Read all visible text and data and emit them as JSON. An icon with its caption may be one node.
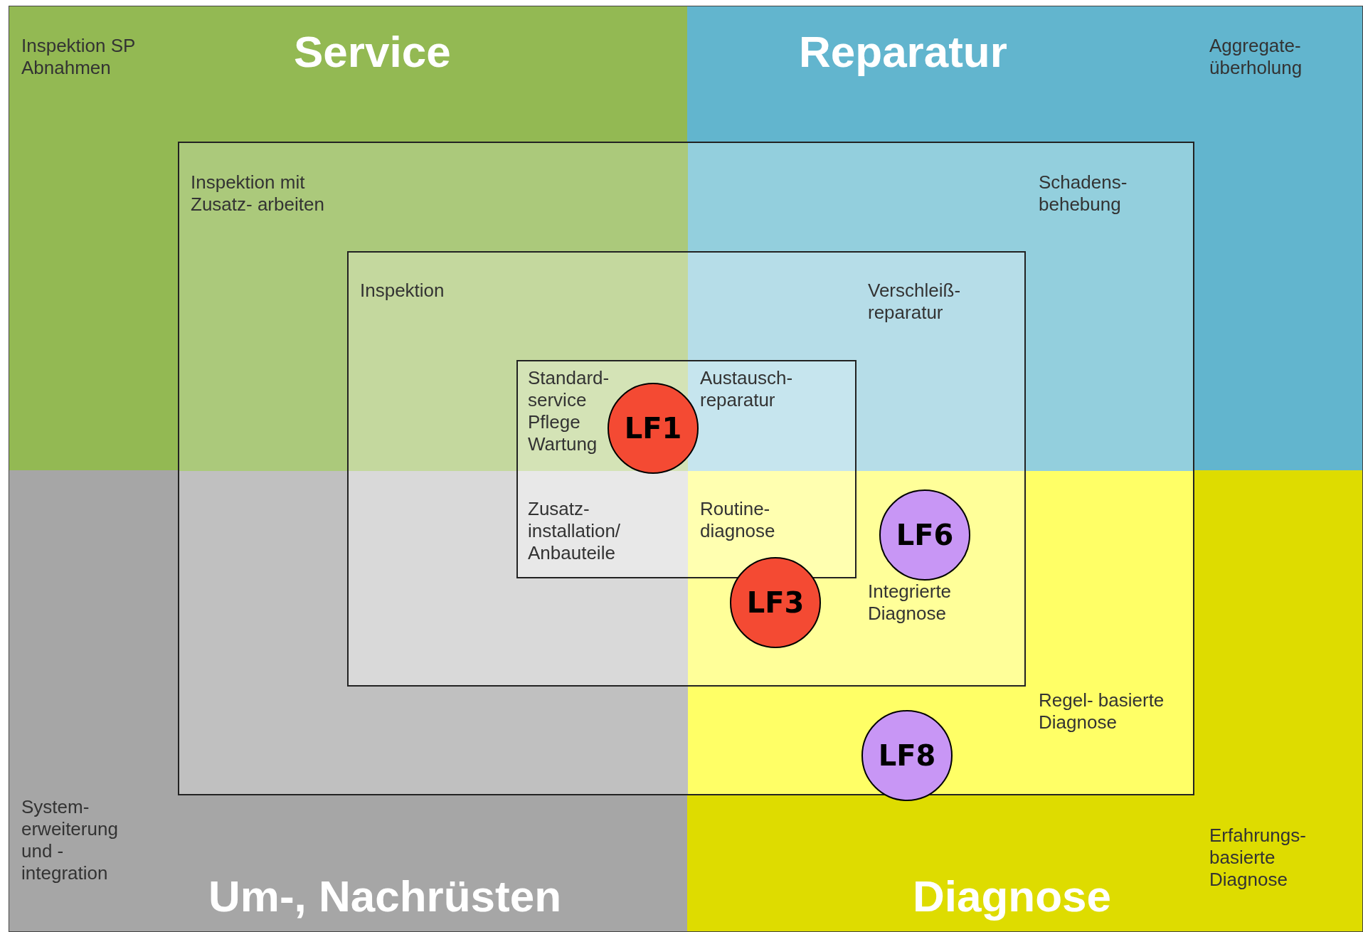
{
  "diagram": {
    "nodes": [
      {
        "text": [
          "Inspektion SP Abnahmen",
          "Service",
          "Reparatur",
          "Aggregate- überholung",
          "System- erweiterung und - integration",
          "Um-, Nachrüsten",
          "Diagnose",
          "Erfahrungs- basierte Diagnose"
        ]
      },
      {
        "text": [
          "Inspektion mit Zusatz- arbeiten",
          "Schadens- behebung",
          "Regel- basierte Diagnose"
        ],
        "in": 0
      },
      {
        "text": [
          "Inspektion",
          "Verschleiß- reparatur",
          "Integrierte Diagnose"
        ],
        "in": 1
      },
      {
        "text": [
          "Standard- service Pflege Wartung",
          "Austausch- reparatur",
          "Zusatz- installation/ Anbauteile",
          "Routine- diagnose"
        ],
        "in": 2
      },
      {
        "text": [
          "LF1"
        ],
        "in": 3
      },
      {
        "text": [
          "LF3"
        ],
        "in": 2
      },
      {
        "text": [
          "LF6"
        ],
        "in": 2
      },
      {
        "text": [
          "LF8"
        ],
        "in": 1
      }
    ],
    "edges": []
  }
}
